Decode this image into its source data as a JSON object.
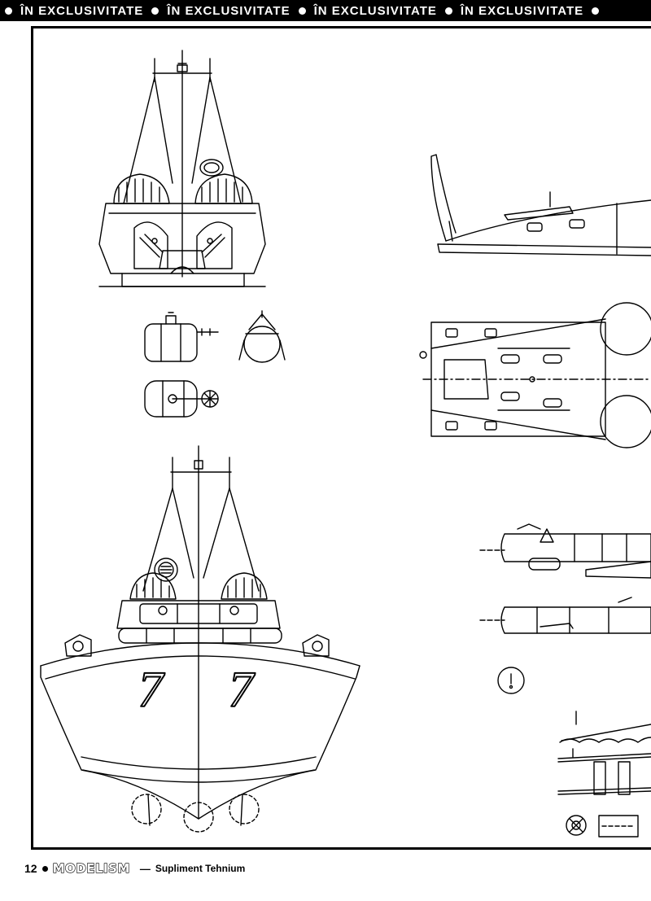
{
  "banner": {
    "items": [
      "ÎN EXCLUSIVITATE",
      "ÎN EXCLUSIVITATE",
      "ÎN EXCLUSIVITATE",
      "ÎN EXCLUSIVITATE"
    ]
  },
  "drawing": {
    "hull_number_left": "7",
    "hull_number_right": "7"
  },
  "footer": {
    "page_number": "12",
    "magazine_name": "MODELISM",
    "dash": "—",
    "supplement": "Supliment Tehnium"
  }
}
